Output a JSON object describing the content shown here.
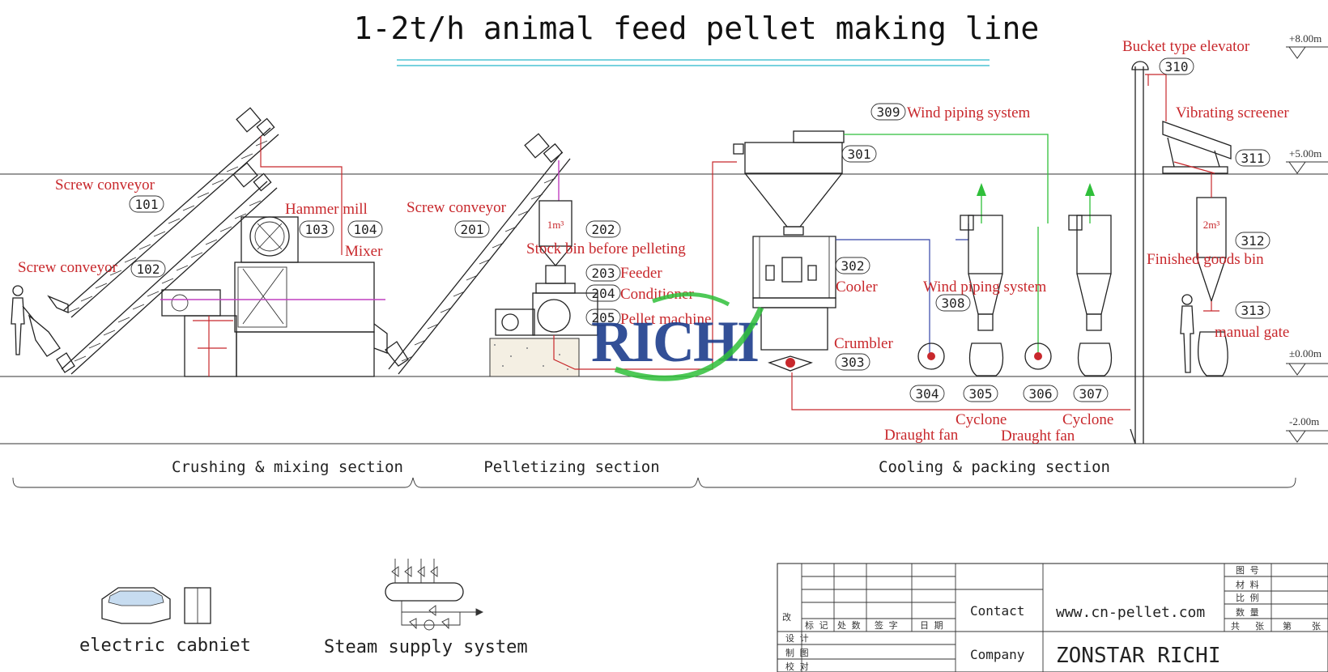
{
  "title": "1-2t/h animal feed pellet making line",
  "levels": [
    "+8.00m",
    "+5.00m",
    "±0.00m",
    "-2.00m"
  ],
  "equipment": {
    "e101": {
      "num": "101",
      "label": "Screw conveyor"
    },
    "e102": {
      "num": "102",
      "label": "Screw conveyor"
    },
    "e103": {
      "num": "103",
      "label": "Hammer mill"
    },
    "e104": {
      "num": "104",
      "label": "Mixer"
    },
    "e201": {
      "num": "201",
      "label": "Screw conveyor"
    },
    "e202": {
      "num": "202",
      "label": "Stock bin before pelleting"
    },
    "e203": {
      "num": "203",
      "label": "Feeder"
    },
    "e204": {
      "num": "204",
      "label": "Conditioner"
    },
    "e205": {
      "num": "205",
      "label": "Pellet machine"
    },
    "e301": {
      "num": "301"
    },
    "e302": {
      "num": "302",
      "label": "Cooler"
    },
    "e303": {
      "num": "303",
      "label": "Crumbler"
    },
    "e304": {
      "num": "304",
      "label": "Draught fan"
    },
    "e305": {
      "num": "305",
      "label": "Cyclone"
    },
    "e306": {
      "num": "306",
      "label": "Draught fan"
    },
    "e307": {
      "num": "307",
      "label": "Cyclone"
    },
    "e308": {
      "num": "308",
      "label": "Wind piping system"
    },
    "e309": {
      "num": "309",
      "label": "Wind piping system"
    },
    "e310": {
      "num": "310",
      "label": "Bucket type elevator"
    },
    "e311": {
      "num": "311",
      "label": "Vibrating screener"
    },
    "e312": {
      "num": "312",
      "label": "Finished goods bin"
    },
    "e313": {
      "num": "313",
      "label": "manual gate"
    }
  },
  "bins": {
    "stock_bin_volume": "1m³",
    "finished_bin_volume": "2m³"
  },
  "sections": [
    "Crushing & mixing section",
    "Pelletizing section",
    "Cooling & packing section"
  ],
  "legend": {
    "cabinet": "electric cabniet",
    "steam": "Steam supply system"
  },
  "logo_text": "RICHI",
  "title_block": {
    "contact_label": "Contact",
    "contact_value": "www.cn-pellet.com",
    "company_label": "Company",
    "company_value": "ZONSTAR RICHI",
    "gai": "改",
    "row_labels": [
      "标 记",
      "处 数",
      "签 字",
      "日 期"
    ],
    "left_labels": [
      "设 计",
      "制 图",
      "校 对"
    ],
    "right_labels": [
      "图 号",
      "材 料",
      "比 例",
      "数 量"
    ],
    "sheet_labels": [
      "共",
      "张",
      "第",
      "张"
    ]
  }
}
